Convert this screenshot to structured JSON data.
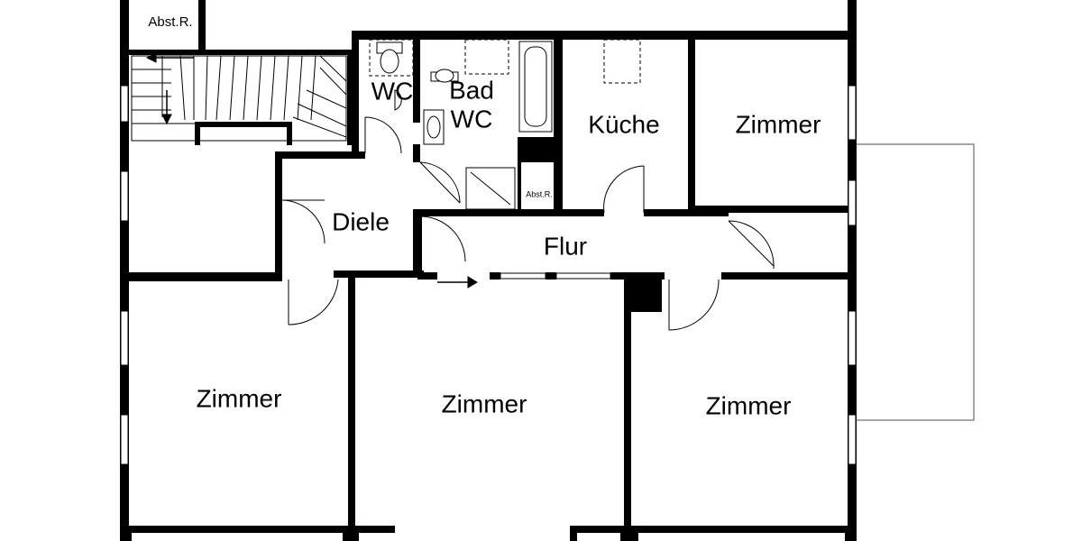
{
  "plan": {
    "rooms": [
      {
        "id": "abst-r-top",
        "label": "Abst.R."
      },
      {
        "id": "wc",
        "label": "WC"
      },
      {
        "id": "bad",
        "label": "Bad"
      },
      {
        "id": "bad-wc",
        "label": "WC"
      },
      {
        "id": "kueche",
        "label": "Küche"
      },
      {
        "id": "zimmer-ne",
        "label": "Zimmer"
      },
      {
        "id": "abst-r-bath",
        "label": "Abst.R."
      },
      {
        "id": "diele",
        "label": "Diele"
      },
      {
        "id": "flur",
        "label": "Flur"
      },
      {
        "id": "zimmer-sw",
        "label": "Zimmer"
      },
      {
        "id": "zimmer-s",
        "label": "Zimmer"
      },
      {
        "id": "zimmer-se",
        "label": "Zimmer"
      }
    ],
    "colors": {
      "wall": "#000000",
      "line": "#000000",
      "fixture": "#ffffff",
      "light": "#888888"
    }
  }
}
